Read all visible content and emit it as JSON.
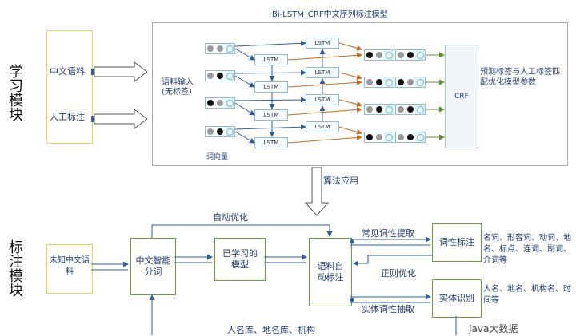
{
  "side_labels": {
    "learning": "学习模块",
    "tagging": "标注模块"
  },
  "learning": {
    "input_boxes": [
      "中文语料",
      "人工标注"
    ],
    "model": {
      "title": "Bi-LSTM_CRF中文序列标注模型",
      "lstm_label": "LSTM",
      "crf_label": "CRF",
      "input_label": "语料输入\n(无标签)",
      "vector_label": "词向量",
      "output_label": "预测标签与人工标签匹配优化模型参数"
    }
  },
  "flow": {
    "algorithm_apply": "算法应用",
    "auto_optimize": "自动优化",
    "regular_optimize": "正则优化",
    "pos_extract": "常见词性提取",
    "entity_extract": "实体词性抽取",
    "dictionary_hint": "人名库、地名库、机构"
  },
  "tagging": {
    "nodes": {
      "unknown_corpus": "未知中文语料",
      "smart_segment": "中文智能分词",
      "learned_model": "已学习的模型",
      "auto_tag": "语料自动标注",
      "pos_tag": "词性标注",
      "entity_recog": "实体识别"
    },
    "pos_list": "名词、形容词、动词、地名、标点、连词、副词、介词等",
    "entity_list": "人名、地名、机构名、时间等"
  },
  "watermark": "Java大数据"
}
